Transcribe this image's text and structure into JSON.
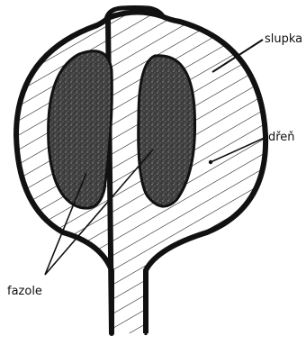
{
  "labels": {
    "slupka": "slupka",
    "dren": "dřeň",
    "fazole": "fazole"
  },
  "colors": {
    "ink": "#111111",
    "bean_fill": "#4a4a4a",
    "background": "#ffffff"
  }
}
